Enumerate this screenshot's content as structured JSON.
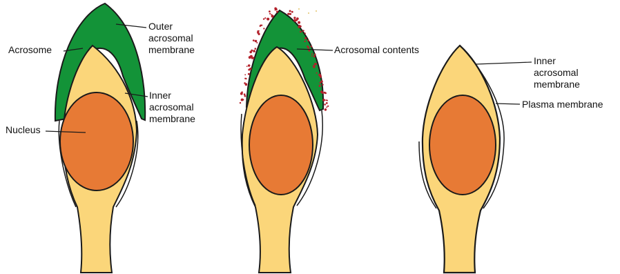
{
  "colors": {
    "acrosome": "#139338",
    "cytoplasm": "#fbd67a",
    "nucleus": "#e77a35",
    "membrane": "#1a1a1a",
    "contents": "#b3212b",
    "background": "#ffffff"
  },
  "panels": [
    {
      "name": "intact-sperm-head",
      "labels": {
        "outer_membrane": [
          "Outer",
          "acrosomal",
          "membrane"
        ],
        "acrosome": "Acrosome",
        "inner_membrane": [
          "Inner",
          "acrosomal",
          "membrane"
        ],
        "nucleus": "Nucleus"
      }
    },
    {
      "name": "acrosome-reacting-sperm-head",
      "labels": {
        "contents": "Acrosomal contents"
      }
    },
    {
      "name": "acrosome-reacted-sperm-head",
      "labels": {
        "inner_membrane": [
          "Inner",
          "acrosomal",
          "membrane"
        ],
        "plasma_membrane": "Plasma membrane"
      }
    }
  ]
}
